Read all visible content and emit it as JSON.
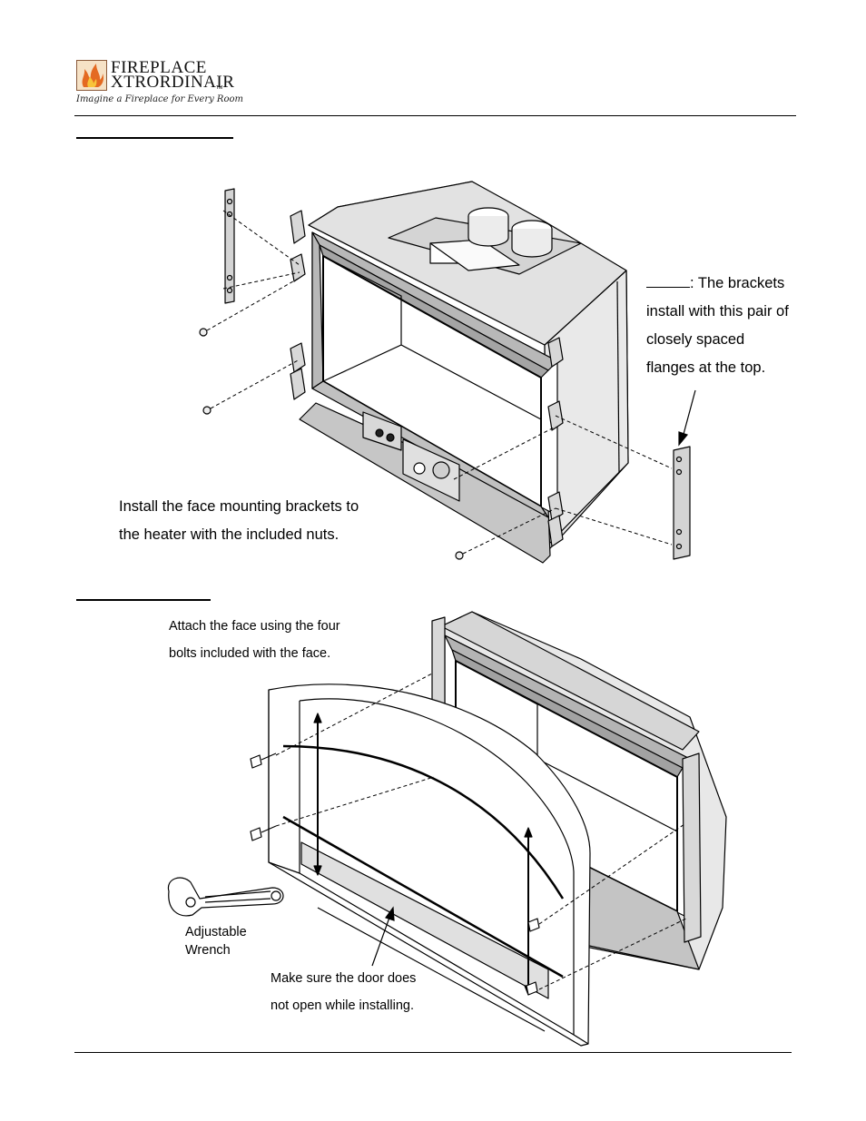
{
  "header": {
    "logo_line1": "FIREPLACE",
    "logo_line2": "XTRORDINAIR",
    "trademark": "TM",
    "tagline": "Imagine a Fireplace for Every Room"
  },
  "step1": {
    "caption": "Install the face mounting brackets to the heater with the included nuts.",
    "caption_line1": "Install the face mounting brackets to",
    "caption_line2": "the heater with the included nuts.",
    "note_after_blank": ": The brackets",
    "note_line2": "install with this pair of",
    "note_line3": "closely spaced",
    "note_line4": "flanges at the top."
  },
  "step2": {
    "caption_line1": "Attach the face using the four",
    "caption_line2": "bolts included with the face.",
    "wrench_line1": "Adjustable",
    "wrench_line2": "Wrench",
    "door_line1": "Make sure the door does",
    "door_line2": "not open while installing."
  },
  "colors": {
    "line": "#000000",
    "light_gray": "#e6e6e6",
    "mid_gray": "#c8c8c8",
    "dark_gray": "#a8a8a8"
  }
}
